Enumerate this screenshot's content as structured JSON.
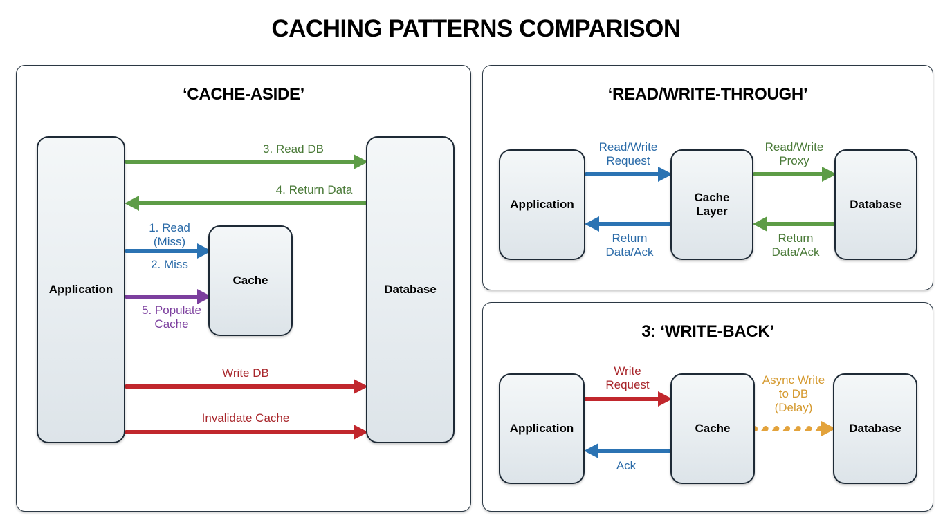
{
  "title": "CACHING PATTERNS COMPARISON",
  "colors": {
    "green": "#5d9c46",
    "blue": "#2b73b3",
    "purple": "#7c3f9e",
    "red": "#c1272d",
    "orange": "#e3a33c",
    "node_border": "#1e2a36",
    "node_fill": "#eaeff2",
    "panel_border": "#2b3844",
    "background": "#ffffff"
  },
  "panels": {
    "cache_aside": {
      "title": "‘CACHE-ASIDE’",
      "nodes": {
        "application": "Application",
        "cache": "Cache",
        "database": "Database"
      },
      "flows": [
        {
          "label": "3. Read DB",
          "color": "green",
          "direction": "right",
          "from": "application",
          "to": "database"
        },
        {
          "label": "4. Return Data",
          "color": "green",
          "direction": "left",
          "from": "database",
          "to": "application"
        },
        {
          "label": "1. Read\n(Miss)",
          "color": "blue",
          "direction": "right",
          "from": "application",
          "to": "cache"
        },
        {
          "label": "2. Miss",
          "color": "blue",
          "direction": "right",
          "from": "application",
          "to": "cache"
        },
        {
          "label": "5. Populate\nCache",
          "color": "purple",
          "direction": "right",
          "from": "application",
          "to": "cache"
        },
        {
          "label": "Write DB",
          "color": "red",
          "direction": "right",
          "from": "application",
          "to": "database"
        },
        {
          "label": "Invalidate Cache",
          "color": "red",
          "direction": "right",
          "from": "application",
          "to": "database"
        }
      ]
    },
    "read_write_through": {
      "title": "‘READ/WRITE-THROUGH’",
      "nodes": {
        "application": "Application",
        "cache_layer": "Cache\nLayer",
        "database": "Database"
      },
      "flows": [
        {
          "label": "Read/Write\nRequest",
          "color": "blue",
          "direction": "right",
          "from": "application",
          "to": "cache_layer"
        },
        {
          "label": "Return\nData/Ack",
          "color": "blue",
          "direction": "left",
          "from": "cache_layer",
          "to": "application"
        },
        {
          "label": "Read/Write\nProxy",
          "color": "green",
          "direction": "right",
          "from": "cache_layer",
          "to": "database"
        },
        {
          "label": "Return\nData/Ack",
          "color": "green",
          "direction": "left",
          "from": "database",
          "to": "cache_layer"
        }
      ]
    },
    "write_back": {
      "title": "3: ‘WRITE-BACK’",
      "nodes": {
        "application": "Application",
        "cache": "Cache",
        "database": "Database"
      },
      "flows": [
        {
          "label": "Write\nRequest",
          "color": "red",
          "direction": "right",
          "style": "solid",
          "from": "application",
          "to": "cache"
        },
        {
          "label": "Ack",
          "color": "blue",
          "direction": "left",
          "style": "solid",
          "from": "cache",
          "to": "application"
        },
        {
          "label": "Async Write\nto DB\n(Delay)",
          "color": "orange",
          "direction": "right",
          "style": "dotted",
          "from": "cache",
          "to": "database"
        }
      ]
    }
  }
}
